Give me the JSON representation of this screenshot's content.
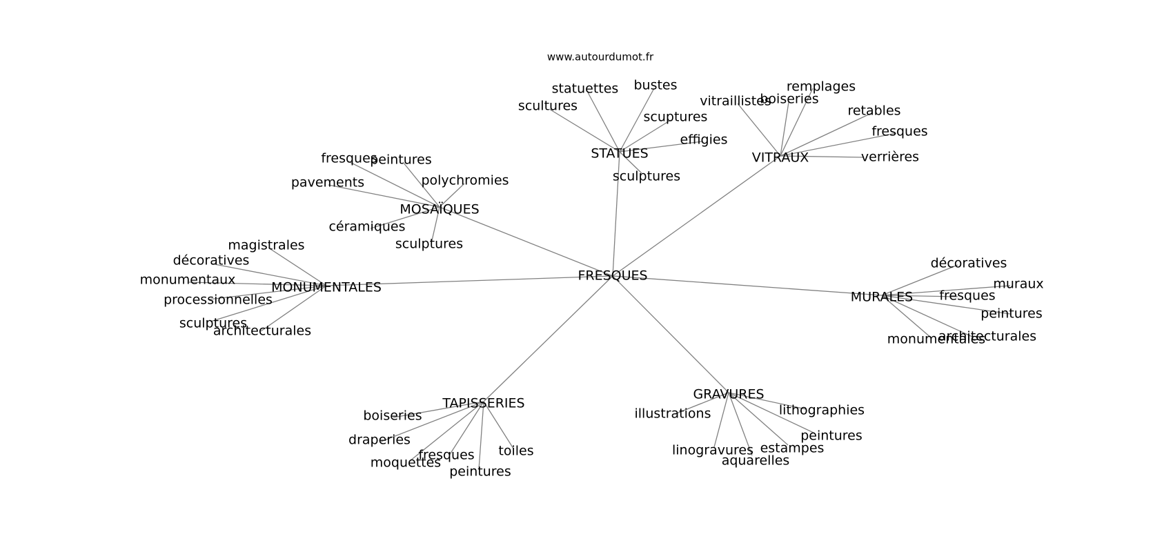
{
  "watermark": "www.autourdumot.fr",
  "colors": {
    "edge": "#808080",
    "text": "#000000",
    "background": "#ffffff"
  },
  "graph": {
    "center": {
      "id": "fresques",
      "label": "FRESQUES"
    },
    "groups": [
      {
        "id": "statues",
        "label": "STATUES",
        "leaves": [
          "statuettes",
          "bustes",
          "scultures",
          "scuptures",
          "effigies",
          "sculptures"
        ]
      },
      {
        "id": "vitraux",
        "label": "VITRAUX",
        "leaves": [
          "vitraillistes",
          "boiseries",
          "remplages",
          "retables",
          "fresques",
          "verrières"
        ]
      },
      {
        "id": "mosaiques",
        "label": "MOSAÏQUES",
        "leaves": [
          "fresques",
          "peintures",
          "pavements",
          "polychromies",
          "céramiques",
          "sculptures"
        ]
      },
      {
        "id": "monumentales",
        "label": "MONUMENTALES",
        "leaves": [
          "magistrales",
          "décoratives",
          "monumentaux",
          "processionnelles",
          "sculptures",
          "architecturales"
        ]
      },
      {
        "id": "murales",
        "label": "MURALES",
        "leaves": [
          "décoratives",
          "muraux",
          "fresques",
          "peintures",
          "architecturales",
          "monumentales"
        ]
      },
      {
        "id": "tapisseries",
        "label": "TAPISSERIES",
        "leaves": [
          "boiseries",
          "draperies",
          "moquettes",
          "fresques",
          "peintures",
          "toiles"
        ]
      },
      {
        "id": "gravures",
        "label": "GRAVURES",
        "leaves": [
          "illustrations",
          "lithographies",
          "peintures",
          "linogravures",
          "estampes",
          "aquarelles"
        ]
      }
    ]
  }
}
